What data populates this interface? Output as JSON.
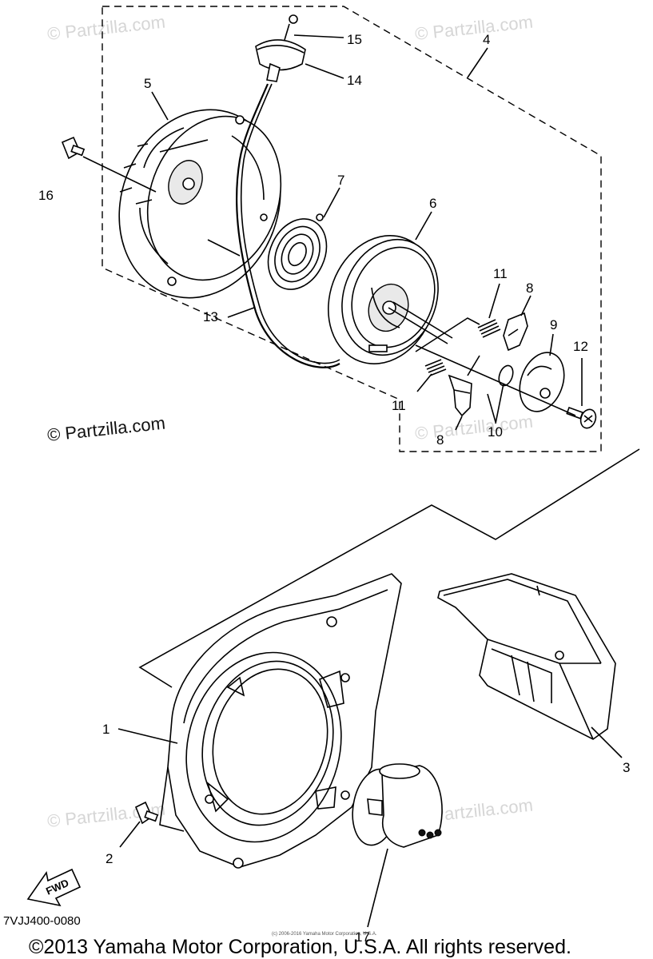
{
  "watermarks": {
    "text": "© Partzilla.com",
    "main_text": "© Partzilla.com"
  },
  "diagram_code": "7VJJ400-0080",
  "copyright": "©2013 Yamaha Motor Corporation, U.S.A. All rights reserved.",
  "fine_print": "(c) 2006-2016 Yamaha Motor Corporation, U.S.A.",
  "fwd_label": "FWD",
  "callouts": {
    "c1": "1",
    "c2": "2",
    "c3": "3",
    "c4": "4",
    "c5": "5",
    "c6": "6",
    "c7": "7",
    "c8a": "8",
    "c8b": "8",
    "c9": "9",
    "c10": "10",
    "c11a": "11",
    "c11b": "11",
    "c12": "12",
    "c13": "13",
    "c14": "14",
    "c15": "15",
    "c16": "16",
    "c17": "17"
  }
}
